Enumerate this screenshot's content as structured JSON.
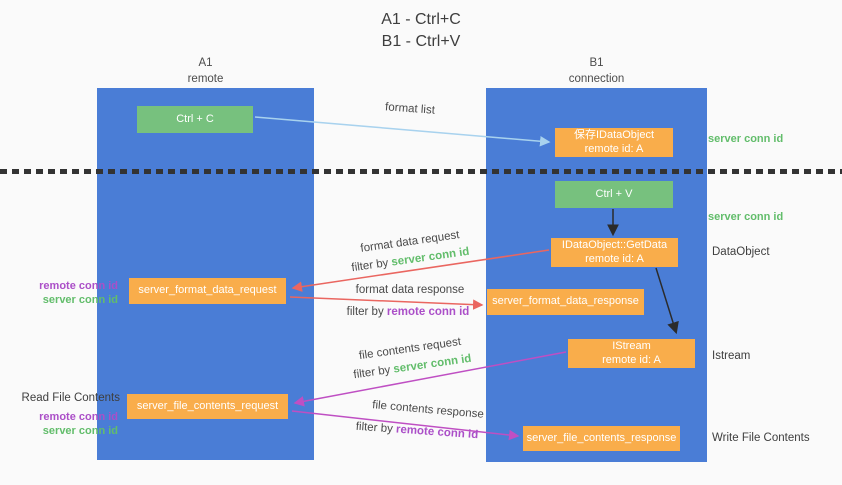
{
  "colors": {
    "column_blue": "#4a7dd6",
    "node_green": "#77c17e",
    "node_orange": "#f9ad4b",
    "conn_green": "#62bd6b",
    "conn_purple": "#ab4fc8",
    "arrow_red": "#ea6660",
    "arrow_magenta": "#bf4fc3",
    "arrow_lightblue": "#a8d2ee",
    "arrow_black": "#2b2b2b",
    "text_dark": "#3e3e3e",
    "background": "#fafafa"
  },
  "title": {
    "line1": "A1 - Ctrl+C",
    "line2": "B1 - Ctrl+V"
  },
  "columns": {
    "a1": {
      "name": "A1",
      "subtitle": "remote"
    },
    "b1": {
      "name": "B1",
      "subtitle": "connection"
    }
  },
  "nodes": {
    "ctrl_c": {
      "label": "Ctrl + C"
    },
    "save_idataobject": {
      "line1": "保存IDataObject",
      "line2": "remote id: A"
    },
    "ctrl_v": {
      "label": "Ctrl + V"
    },
    "getdata": {
      "line1": "IDataObject::GetData",
      "line2": "remote id: A"
    },
    "format_request": {
      "label": "server_format_data_request"
    },
    "format_response": {
      "label": "server_format_data_response"
    },
    "istream": {
      "line1": "IStream",
      "line2": "remote id: A"
    },
    "file_request": {
      "label": "server_file_contents_request"
    },
    "file_response": {
      "label": "server_file_contents_response"
    }
  },
  "arrow_labels": {
    "format_list": "format list",
    "format_data_request": "format data request",
    "filter_by_1_prefix": "filter by ",
    "filter_by_1_value": "server conn id",
    "format_data_response": "format data response",
    "filter_by_2_prefix": "filter by ",
    "filter_by_2_value": "remote conn id",
    "file_contents_request": "file contents request",
    "filter_by_3_prefix": "filter by ",
    "filter_by_3_value": "server conn id",
    "file_contents_response": "file contents response",
    "filter_by_4_prefix": "filter by ",
    "filter_by_4_value": "remote conn id"
  },
  "side_labels": {
    "right_server_conn_id_top": "server conn id",
    "right_server_conn_id_mid": "server conn id",
    "right_dataobject": "DataObject",
    "right_istream": "Istream",
    "right_write_file_contents": "Write File Contents",
    "left_remote_conn_id_top": "remote conn id",
    "left_server_conn_id_top": "server conn id",
    "left_read_file_contents": "Read File Contents",
    "left_remote_conn_id_bottom": "remote conn id",
    "left_server_conn_id_bottom": "server conn id"
  }
}
